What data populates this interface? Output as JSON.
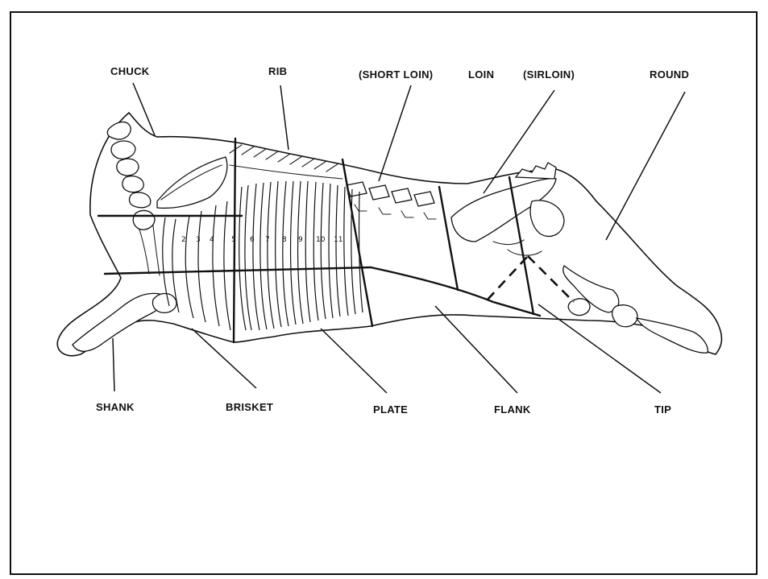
{
  "labels": {
    "chuck": "CHUCK",
    "rib": "RIB",
    "short_loin": "(SHORT LOIN)",
    "loin": "LOIN",
    "sirloin": "(SIRLOIN)",
    "round": "ROUND",
    "shank": "SHANK",
    "brisket": "BRISKET",
    "plate": "PLATE",
    "flank": "FLANK",
    "tip": "TIP"
  },
  "rib_numbers": [
    "2",
    "3",
    "4",
    "5",
    "6",
    "7",
    "8",
    "9",
    "10",
    "11"
  ]
}
